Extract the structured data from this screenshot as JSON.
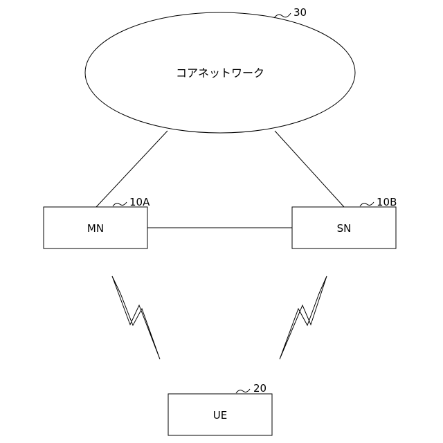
{
  "core_network": {
    "label": "コアネットワーク",
    "ref": "30"
  },
  "mn": {
    "label": "MN",
    "ref": "10A"
  },
  "sn": {
    "label": "SN",
    "ref": "10B"
  },
  "ue": {
    "label": "UE",
    "ref": "20"
  },
  "colors": {
    "stroke": "#000000",
    "background": "#ffffff"
  }
}
